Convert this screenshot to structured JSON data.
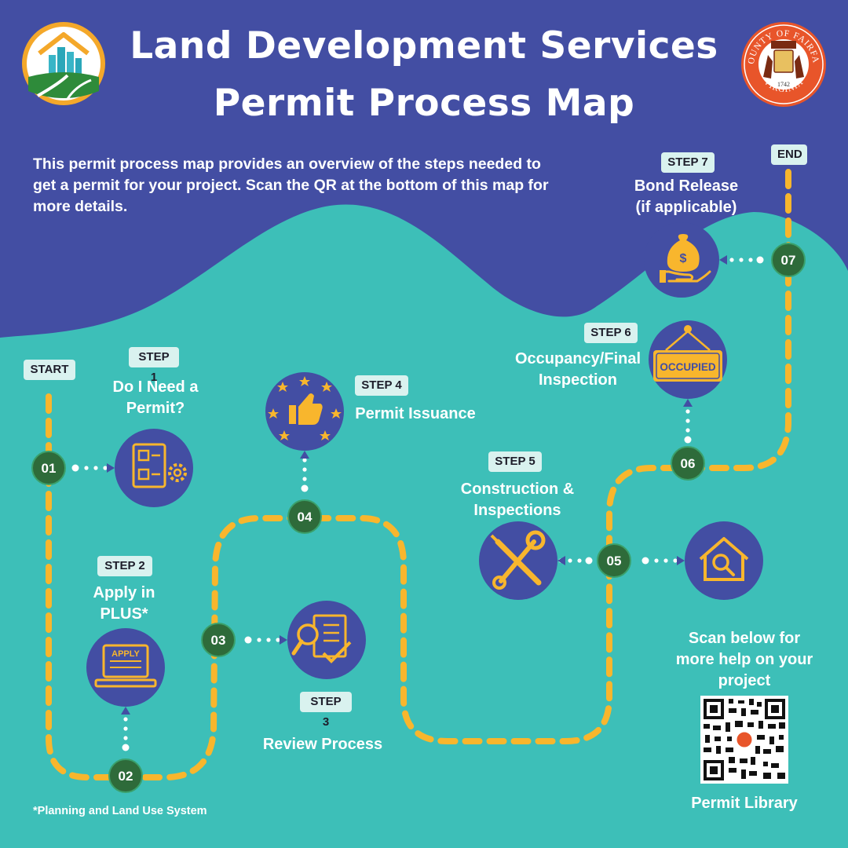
{
  "title": {
    "line1": "Land Development Services",
    "line2": "Permit Process Map"
  },
  "intro": "This permit process map provides an overview of the steps needed to get a permit for your project. Scan the QR at the bottom of this map for more details.",
  "start_label": "START",
  "end_label": "END",
  "steps": [
    {
      "number": "01",
      "tag": "STEP 1",
      "label": "Do I Need a Permit?",
      "icon": "checklist-gear-icon"
    },
    {
      "number": "02",
      "tag": "STEP 2",
      "label": "Apply in PLUS*",
      "icon": "laptop-apply-icon",
      "icon_text": "APPLY"
    },
    {
      "number": "03",
      "tag": "STEP 3",
      "label": "Review Process",
      "icon": "document-magnifier-icon"
    },
    {
      "number": "04",
      "tag": "STEP 4",
      "label": "Permit Issuance",
      "icon": "thumbs-up-stars-icon"
    },
    {
      "number": "05",
      "tag": "STEP 5",
      "label": "Construction & Inspections",
      "icon": "wrench-screwdriver-icon"
    },
    {
      "number": "06",
      "tag": "STEP 6",
      "label": "Occupancy/Final Inspection",
      "icon": "occupied-sign-icon",
      "icon_text": "OCCUPIED"
    },
    {
      "number": "07",
      "tag": "STEP 7",
      "label": "Bond Release (if applicable)",
      "icon": "money-bag-hand-icon"
    }
  ],
  "extra_icon": "house-inspection-icon",
  "footnote": "*Planning and Land Use System",
  "qr": {
    "caption": "Scan below for more help on your project",
    "label": "Permit Library",
    "icon": "qr-code-icon"
  },
  "seal": {
    "top_text": "COUNTY OF FAIRFAX",
    "bottom_text": "VIRGINIA",
    "year": "1742"
  },
  "colors": {
    "header_purple": "#434ea3",
    "teal_background": "#3dbfb8",
    "path_yellow": "#f8b62d",
    "node_green": "#2e6b3a",
    "icon_circle": "#434ea3",
    "icon_gold": "#f8b62d",
    "seal_orange": "#e8552a"
  }
}
